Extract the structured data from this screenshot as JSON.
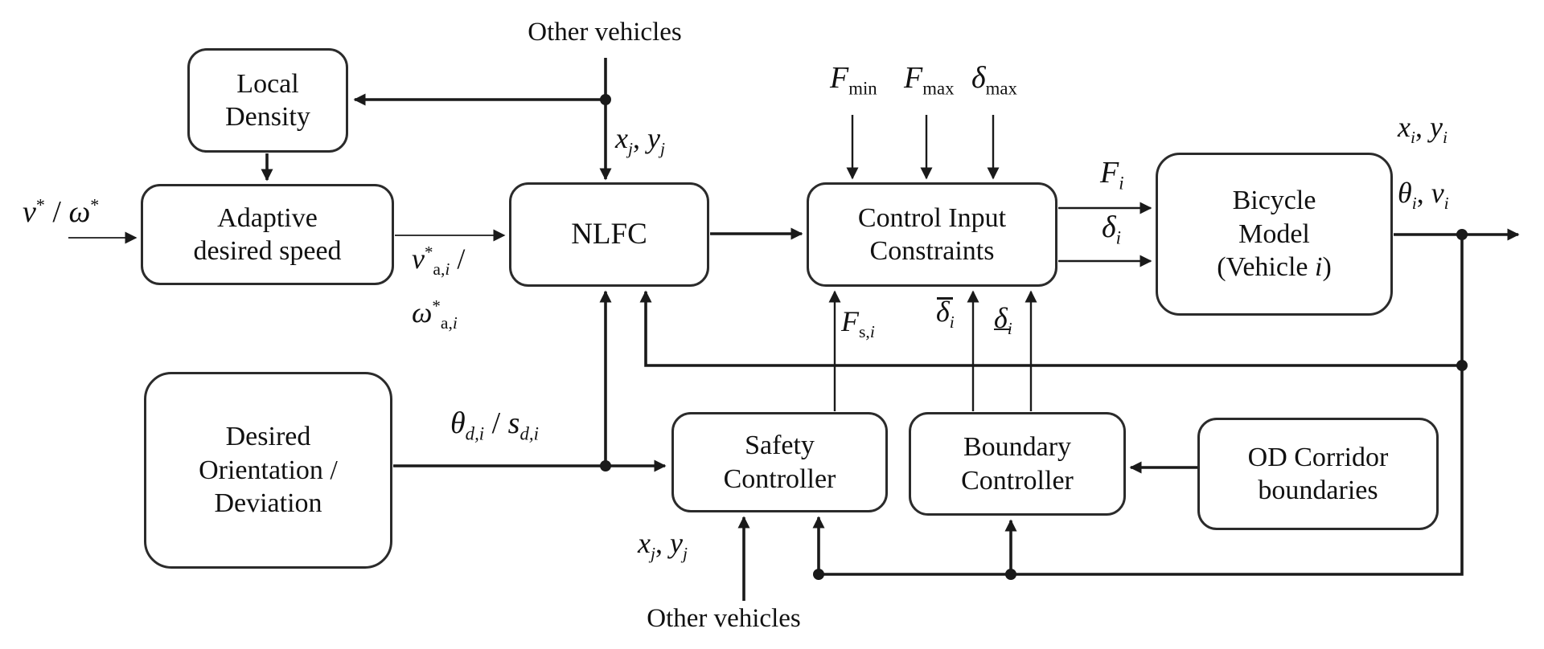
{
  "theme": {
    "ink": "#1a1a1a",
    "paper": "#ffffff"
  },
  "boxes": {
    "local_density": {
      "lines": [
        [
          {
            "t": "Local"
          }
        ],
        [
          {
            "t": "Density"
          }
        ]
      ]
    },
    "adaptive_desired_speed": {
      "lines": [
        [
          {
            "t": "Adaptive"
          }
        ],
        [
          {
            "t": "desired speed"
          }
        ]
      ]
    },
    "nlfc": {
      "lines": [
        [
          {
            "t": "NLFC"
          }
        ]
      ]
    },
    "control_input_constraints": {
      "lines": [
        [
          {
            "t": "Control Input"
          }
        ],
        [
          {
            "t": "Constraints"
          }
        ]
      ]
    },
    "bicycle_model": {
      "lines": [
        [
          {
            "t": "Bicycle"
          }
        ],
        [
          {
            "t": "Model"
          }
        ],
        [
          {
            "t": "(Vehicle "
          },
          {
            "t": "i",
            "it": true
          },
          {
            "t": ")"
          }
        ]
      ]
    },
    "desired_orientation": {
      "lines": [
        [
          {
            "t": "Desired"
          }
        ],
        [
          {
            "t": "Orientation /"
          }
        ],
        [
          {
            "t": "Deviation"
          }
        ]
      ]
    },
    "safety_controller": {
      "lines": [
        [
          {
            "t": "Safety"
          }
        ],
        [
          {
            "t": "Controller"
          }
        ]
      ]
    },
    "boundary_controller": {
      "lines": [
        [
          {
            "t": "Boundary"
          }
        ],
        [
          {
            "t": "Controller"
          }
        ]
      ]
    },
    "od_corridor_boundaries": {
      "lines": [
        [
          {
            "t": "OD Corridor"
          }
        ],
        [
          {
            "t": "boundaries"
          }
        ]
      ]
    }
  },
  "labels": {
    "other_vehicles_top": {
      "lines": [
        [
          {
            "t": "Other vehicles"
          }
        ]
      ]
    },
    "xj_yj_top": {
      "lines": [
        [
          {
            "t": "x",
            "it": true
          },
          {
            "t": "j",
            "sub": true,
            "it": true
          },
          {
            "t": ", "
          },
          {
            "t": "y",
            "it": true
          },
          {
            "t": "j",
            "sub": true,
            "it": true
          }
        ]
      ]
    },
    "v_star_omega_star": {
      "lines": [
        [
          {
            "t": "v",
            "it": true
          },
          {
            "t": "*",
            "sup": true
          },
          {
            "t": " / "
          },
          {
            "t": "ω",
            "it": true
          },
          {
            "t": "*",
            "sup": true
          }
        ]
      ]
    },
    "v_omega_a_i_star": {
      "lines": [
        [
          {
            "t": "v",
            "it": true
          },
          {
            "t": "*",
            "sup": true
          },
          {
            "t": "a,",
            "sub": true
          },
          {
            "t": "i",
            "sub": true,
            "it": true
          },
          {
            "t": " /"
          }
        ],
        [
          {
            "t": "ω",
            "it": true
          },
          {
            "t": "*",
            "sup": true
          },
          {
            "t": "a,",
            "sub": true
          },
          {
            "t": "i",
            "sub": true,
            "it": true
          }
        ]
      ]
    },
    "f_min": {
      "lines": [
        [
          {
            "t": "F",
            "it": true
          },
          {
            "t": "min",
            "sub": true
          }
        ]
      ]
    },
    "f_max": {
      "lines": [
        [
          {
            "t": "F",
            "it": true
          },
          {
            "t": "max",
            "sub": true
          }
        ]
      ]
    },
    "delta_max": {
      "lines": [
        [
          {
            "t": "δ",
            "it": true
          },
          {
            "t": "max",
            "sub": true
          }
        ]
      ]
    },
    "f_i": {
      "lines": [
        [
          {
            "t": "F",
            "it": true
          },
          {
            "t": "i",
            "sub": true,
            "it": true
          }
        ]
      ]
    },
    "delta_i": {
      "lines": [
        [
          {
            "t": "δ",
            "it": true
          },
          {
            "t": "i",
            "sub": true,
            "it": true
          }
        ]
      ]
    },
    "x_i_y_i": {
      "lines": [
        [
          {
            "t": "x",
            "it": true
          },
          {
            "t": "i",
            "sub": true,
            "it": true
          },
          {
            "t": ", "
          },
          {
            "t": "y",
            "it": true
          },
          {
            "t": "i",
            "sub": true,
            "it": true
          }
        ]
      ]
    },
    "theta_i_v_i": {
      "lines": [
        [
          {
            "t": "θ",
            "it": true
          },
          {
            "t": "i",
            "sub": true,
            "it": true
          },
          {
            "t": ", "
          },
          {
            "t": "v",
            "it": true
          },
          {
            "t": "i",
            "sub": true,
            "it": true
          }
        ]
      ]
    },
    "f_s_i": {
      "lines": [
        [
          {
            "t": "F",
            "it": true
          },
          {
            "t": "s,",
            "sub": true
          },
          {
            "t": "i",
            "sub": true,
            "it": true
          }
        ]
      ]
    },
    "delta_upper_i": {
      "lines": [
        [
          {
            "t": "δ",
            "it": true,
            "ol": true
          },
          {
            "t": "i",
            "sub": true,
            "it": true
          }
        ]
      ]
    },
    "delta_lower_i": {
      "lines": [
        [
          {
            "t": "δ",
            "it": true,
            "ul": true
          },
          {
            "t": "i",
            "sub": true,
            "it": true
          }
        ]
      ]
    },
    "theta_d_i_s_d_i": {
      "lines": [
        [
          {
            "t": "θ",
            "it": true
          },
          {
            "t": "d,i",
            "sub": true,
            "it": true
          },
          {
            "t": " / "
          },
          {
            "t": "s",
            "it": true
          },
          {
            "t": "d,i",
            "sub": true,
            "it": true
          }
        ]
      ]
    },
    "xj_yj_bottom": {
      "lines": [
        [
          {
            "t": "x",
            "it": true
          },
          {
            "t": "j",
            "sub": true,
            "it": true
          },
          {
            "t": ", "
          },
          {
            "t": "y",
            "it": true
          },
          {
            "t": "j",
            "sub": true,
            "it": true
          }
        ]
      ]
    },
    "other_vehicles_bottom": {
      "lines": [
        [
          {
            "t": "Other vehicles"
          }
        ]
      ]
    }
  }
}
